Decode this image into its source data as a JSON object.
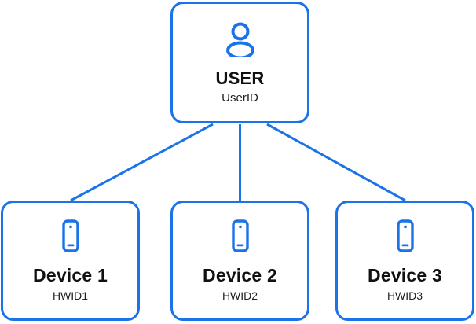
{
  "diagram": {
    "type": "hierarchy",
    "accent_color": "#1a73e8",
    "background_color": "#ffffff",
    "text_color": "#111111",
    "root": {
      "id": "user",
      "icon": "person-icon",
      "title": "USER",
      "subtitle": "UserID"
    },
    "children": [
      {
        "id": "device-1",
        "icon": "mobile-phone-icon",
        "title": "Device 1",
        "subtitle": "HWID1"
      },
      {
        "id": "device-2",
        "icon": "mobile-phone-icon",
        "title": "Device 2",
        "subtitle": "HWID2"
      },
      {
        "id": "device-3",
        "icon": "mobile-phone-icon",
        "title": "Device 3",
        "subtitle": "HWID3"
      }
    ],
    "edges": [
      {
        "from": "user",
        "to": "device-1"
      },
      {
        "from": "user",
        "to": "device-2"
      },
      {
        "from": "user",
        "to": "device-3"
      }
    ]
  }
}
